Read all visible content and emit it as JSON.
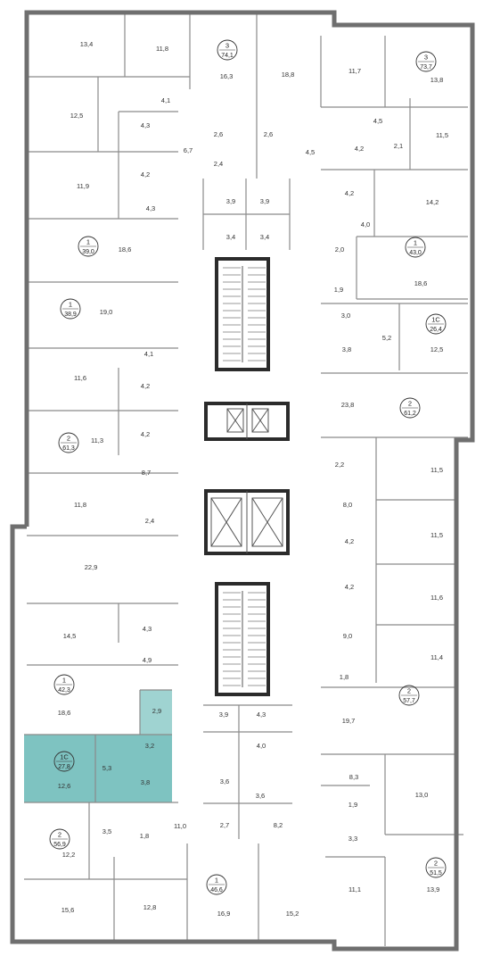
{
  "colors": {
    "wall": "#6f6f6f",
    "wall_dark": "#2b2b2b",
    "highlight": "#7ec3c1",
    "highlight_light": "#9fd3d1",
    "badge_stroke": "#333333",
    "fixture": "#8a8a8a"
  },
  "highlighted_apartment": {
    "rooms": "1С",
    "area": "27,8"
  },
  "apartments": [
    {
      "id": "a1",
      "rooms": "3",
      "area": "74,1"
    },
    {
      "id": "a2",
      "rooms": "3",
      "area": "73,7"
    },
    {
      "id": "a3",
      "rooms": "1",
      "area": "39,0"
    },
    {
      "id": "a4",
      "rooms": "1",
      "area": "43,0"
    },
    {
      "id": "a5",
      "rooms": "1",
      "area": "38,9"
    },
    {
      "id": "a6",
      "rooms": "1С",
      "area": "26,4"
    },
    {
      "id": "a7",
      "rooms": "2",
      "area": "61,3"
    },
    {
      "id": "a8",
      "rooms": "2",
      "area": "61,2"
    },
    {
      "id": "a9",
      "rooms": "1",
      "area": "42,3"
    },
    {
      "id": "a10",
      "rooms": "2",
      "area": "57,7"
    },
    {
      "id": "a11",
      "rooms": "1С",
      "area": "27,8"
    },
    {
      "id": "a12",
      "rooms": "2",
      "area": "56,9"
    },
    {
      "id": "a13",
      "rooms": "1",
      "area": "46,6"
    },
    {
      "id": "a14",
      "rooms": "2",
      "area": "51,5"
    }
  ],
  "rooms": [
    {
      "id": "r1",
      "area": "13,4"
    },
    {
      "id": "r2",
      "area": "11,8"
    },
    {
      "id": "r3",
      "area": "16,3"
    },
    {
      "id": "r4",
      "area": "18,8"
    },
    {
      "id": "r5",
      "area": "11,7"
    },
    {
      "id": "r6",
      "area": "13,8"
    },
    {
      "id": "r7",
      "area": "12,5"
    },
    {
      "id": "r8",
      "area": "4,1"
    },
    {
      "id": "r9",
      "area": "4,3"
    },
    {
      "id": "r10",
      "area": "6,7"
    },
    {
      "id": "r11",
      "area": "2,6"
    },
    {
      "id": "r12",
      "area": "2,6"
    },
    {
      "id": "r13",
      "area": "4,5"
    },
    {
      "id": "r14",
      "area": "4,5"
    },
    {
      "id": "r15",
      "area": "4,2"
    },
    {
      "id": "r16",
      "area": "2,1"
    },
    {
      "id": "r17",
      "area": "11,5"
    },
    {
      "id": "r18",
      "area": "4,2"
    },
    {
      "id": "r19",
      "area": "2,4"
    },
    {
      "id": "r20",
      "area": "11,9"
    },
    {
      "id": "r21",
      "area": "3,9"
    },
    {
      "id": "r22",
      "area": "3,9"
    },
    {
      "id": "r23",
      "area": "4,2"
    },
    {
      "id": "r24",
      "area": "14,2"
    },
    {
      "id": "r25",
      "area": "4,3"
    },
    {
      "id": "r26",
      "area": "4,0"
    },
    {
      "id": "r27",
      "area": "3,4"
    },
    {
      "id": "r28",
      "area": "3,4"
    },
    {
      "id": "r29",
      "area": "18,6"
    },
    {
      "id": "r30",
      "area": "2,0"
    },
    {
      "id": "r31",
      "area": "18,6"
    },
    {
      "id": "r32",
      "area": "1,9"
    },
    {
      "id": "r33",
      "area": "19,0"
    },
    {
      "id": "r34",
      "area": "3,0"
    },
    {
      "id": "r35",
      "area": "5,2"
    },
    {
      "id": "r36",
      "area": "3,8"
    },
    {
      "id": "r37",
      "area": "12,5"
    },
    {
      "id": "r38",
      "area": "4,1"
    },
    {
      "id": "r39",
      "area": "11,6"
    },
    {
      "id": "r40",
      "area": "4,2"
    },
    {
      "id": "r41",
      "area": "23,8"
    },
    {
      "id": "r42",
      "area": "4,2"
    },
    {
      "id": "r43",
      "area": "11,3"
    },
    {
      "id": "r44",
      "area": "2,2"
    },
    {
      "id": "r45",
      "area": "11,5"
    },
    {
      "id": "r46",
      "area": "8,7"
    },
    {
      "id": "r47",
      "area": "8,0"
    },
    {
      "id": "r48",
      "area": "11,8"
    },
    {
      "id": "r49",
      "area": "2,4"
    },
    {
      "id": "r50",
      "area": "11,5"
    },
    {
      "id": "r51",
      "area": "4,2"
    },
    {
      "id": "r52",
      "area": "22,9"
    },
    {
      "id": "r53",
      "area": "4,2"
    },
    {
      "id": "r54",
      "area": "11,6"
    },
    {
      "id": "r55",
      "area": "14,5"
    },
    {
      "id": "r56",
      "area": "4,3"
    },
    {
      "id": "r57",
      "area": "9,0"
    },
    {
      "id": "r58",
      "area": "11,4"
    },
    {
      "id": "r59",
      "area": "4,9"
    },
    {
      "id": "r60",
      "area": "1,8"
    },
    {
      "id": "r61",
      "area": "18,6"
    },
    {
      "id": "r62",
      "area": "2,9"
    },
    {
      "id": "r63",
      "area": "3,9"
    },
    {
      "id": "r64",
      "area": "4,3"
    },
    {
      "id": "r65",
      "area": "19,7"
    },
    {
      "id": "r66",
      "area": "3,2"
    },
    {
      "id": "r67",
      "area": "4,0"
    },
    {
      "id": "r68",
      "area": "5,3"
    },
    {
      "id": "r69",
      "area": "8,3"
    },
    {
      "id": "r70",
      "area": "13,0"
    },
    {
      "id": "r71",
      "area": "12,6"
    },
    {
      "id": "r72",
      "area": "3,8"
    },
    {
      "id": "r73",
      "area": "3,6"
    },
    {
      "id": "r74",
      "area": "3,6"
    },
    {
      "id": "r75",
      "area": "1,9"
    },
    {
      "id": "r76",
      "area": "11,0"
    },
    {
      "id": "r77",
      "area": "3,5"
    },
    {
      "id": "r78",
      "area": "1,8"
    },
    {
      "id": "r79",
      "area": "2,7"
    },
    {
      "id": "r80",
      "area": "8,2"
    },
    {
      "id": "r81",
      "area": "3,3"
    },
    {
      "id": "r82",
      "area": "12,2"
    },
    {
      "id": "r83",
      "area": "11,1"
    },
    {
      "id": "r84",
      "area": "13,9"
    },
    {
      "id": "r85",
      "area": "15,6"
    },
    {
      "id": "r86",
      "area": "12,8"
    },
    {
      "id": "r87",
      "area": "16,9"
    },
    {
      "id": "r88",
      "area": "15,2"
    }
  ]
}
